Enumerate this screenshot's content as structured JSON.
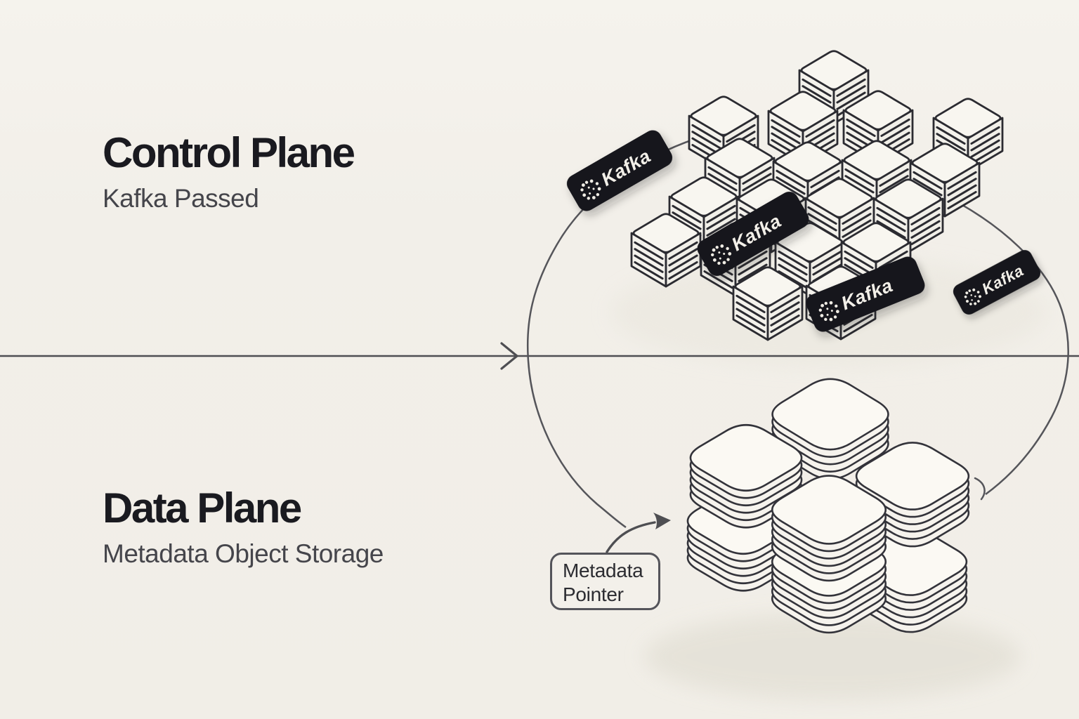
{
  "control_plane": {
    "title": "Control Plane",
    "subtitle": "Kafka Passed"
  },
  "data_plane": {
    "title": "Data Plane",
    "subtitle": "Metadata Object Storage"
  },
  "badges": [
    {
      "label": "Kafka"
    },
    {
      "label": "Kafka"
    },
    {
      "label": "Kafka"
    },
    {
      "label": "Kafka"
    }
  ],
  "callout": {
    "line1": "Metadata",
    "line2": "Pointer"
  },
  "icons": {
    "badge_logo": "kafka-dots-icon"
  },
  "colors": {
    "background": "#f2efe9",
    "ink": "#1a1a20",
    "muted": "#45454b",
    "line": "#4e4e52",
    "badge_bg": "#17171d",
    "badge_text": "#f2efe8",
    "box_stroke": "#2b2b31",
    "slab_fill": "#f6f3ed",
    "slab_top_fill": "#fbf9f3"
  }
}
